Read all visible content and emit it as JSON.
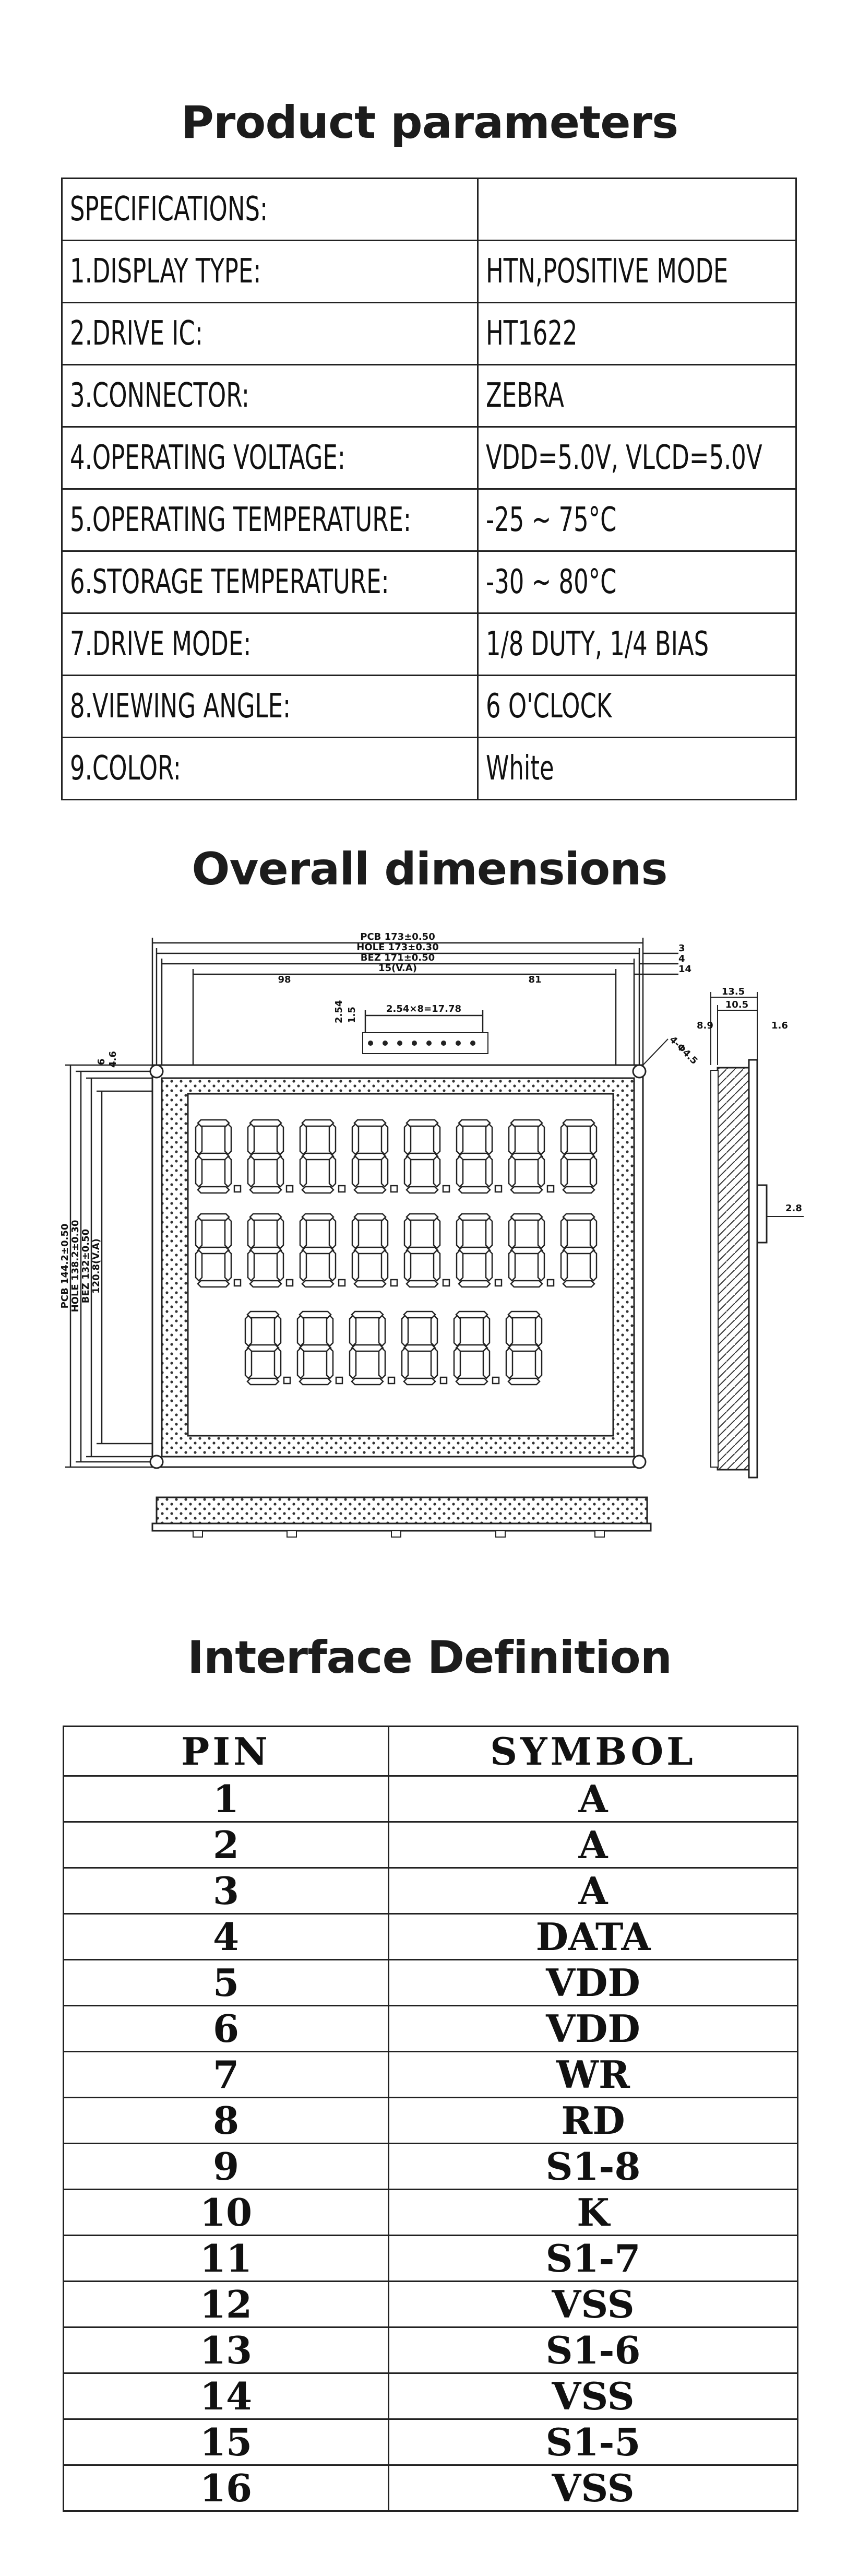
{
  "headings": {
    "product": "Product parameters",
    "dimensions": "Overall dimensions",
    "interface": "Interface Definition"
  },
  "specs": [
    {
      "label": "SPECIFICATIONS:",
      "value": ""
    },
    {
      "label": "1.DISPLAY TYPE:",
      "value": "HTN,POSITIVE MODE"
    },
    {
      "label": "2.DRIVE IC:",
      "value": "HT1622"
    },
    {
      "label": "3.CONNECTOR:",
      "value": "ZEBRA"
    },
    {
      "label": "4.OPERATING VOLTAGE:",
      "value": "VDD=5.0V, VLCD=5.0V"
    },
    {
      "label": "5.OPERATING TEMPERATURE:",
      "value": "-25 ~ 75°C"
    },
    {
      "label": "6.STORAGE TEMPERATURE:",
      "value": "-30 ~ 80°C"
    },
    {
      "label": "7.DRIVE MODE:",
      "value": "1/8 DUTY, 1/4 BIAS"
    },
    {
      "label": "8.VIEWING ANGLE:",
      "value": "6 O'CLOCK"
    },
    {
      "label": "9.COLOR:",
      "value": "White"
    }
  ],
  "drawing": {
    "dims": {
      "pcb_w": "PCB 173±0.50",
      "hole_w": "HOLE 173±0.30",
      "bez_w": "BEZ 171±0.50",
      "va_w": "15(V.A)",
      "left_98": "98",
      "right_81": "81",
      "pitch": "2.54×8=17.78",
      "d254": "2.54",
      "d15": "1.5",
      "d3": "3",
      "d4": "4",
      "d14": "14",
      "d6": "6",
      "d46": "4.6",
      "hole_dia": "4-Φ4.5",
      "pcb_h": "PCB 144.2±0.50",
      "hole_h": "HOLE 138.2±0.30",
      "bez_h": "BEZ 132±0.50",
      "va_h": "120.8(V.A)",
      "s135": "13.5",
      "s105": "10.5",
      "s89": "8.9",
      "s16": "1.6",
      "s28": "2.8"
    },
    "digit_rows": [
      "8.8.8.8.8.8.8.8",
      "8.8.8.8.8.8.8.8",
      "8.8.8.8.8.8"
    ]
  },
  "pins": {
    "header_pin": "PIN",
    "header_symbol": "SYMBOL",
    "rows": [
      {
        "pin": "1",
        "symbol": "A"
      },
      {
        "pin": "2",
        "symbol": "A"
      },
      {
        "pin": "3",
        "symbol": "A"
      },
      {
        "pin": "4",
        "symbol": "DATA"
      },
      {
        "pin": "5",
        "symbol": "VDD"
      },
      {
        "pin": "6",
        "symbol": "VDD"
      },
      {
        "pin": "7",
        "symbol": "WR"
      },
      {
        "pin": "8",
        "symbol": "RD"
      },
      {
        "pin": "9",
        "symbol": "S1-8"
      },
      {
        "pin": "10",
        "symbol": "K"
      },
      {
        "pin": "11",
        "symbol": "S1-7"
      },
      {
        "pin": "12",
        "symbol": "VSS"
      },
      {
        "pin": "13",
        "symbol": "S1-6"
      },
      {
        "pin": "14",
        "symbol": "VSS"
      },
      {
        "pin": "15",
        "symbol": "S1-5"
      },
      {
        "pin": "16",
        "symbol": "VSS"
      }
    ]
  }
}
